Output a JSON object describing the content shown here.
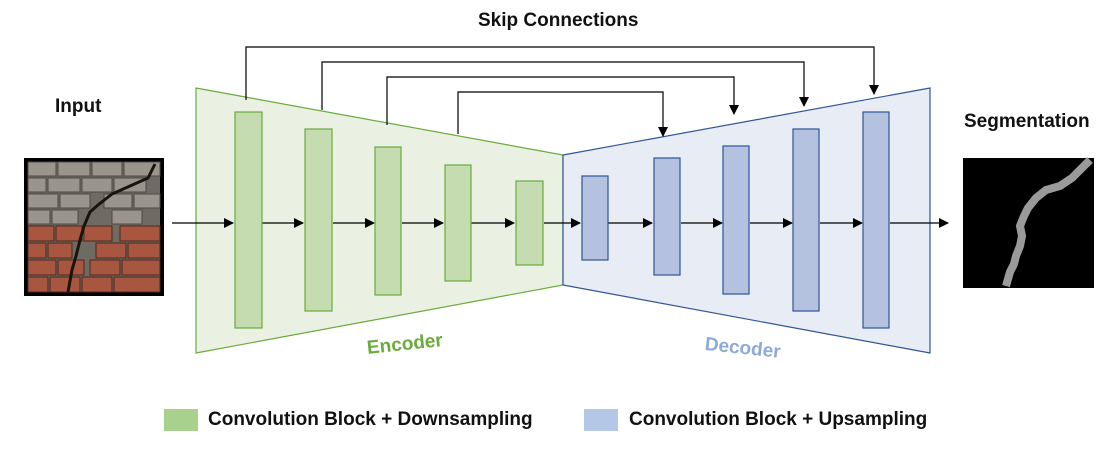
{
  "title": "Skip Connections",
  "input_label": "Input",
  "output_label": "Segmentation",
  "encoder": {
    "label": "Encoder",
    "color": "#6aab3c",
    "fill": "#eaf1e2",
    "block_fill": "#c5dbb0",
    "stroke": "#6aab3c"
  },
  "decoder": {
    "label": "Decoder",
    "color": "#8eaadb",
    "fill": "#e8ecf5",
    "block_fill": "#b4c2e0",
    "stroke": "#2f5597"
  },
  "legend": [
    {
      "label": "Convolution Block + Downsampling",
      "color": "#a9d18e"
    },
    {
      "label": "Convolution Block + Upsampling",
      "color": "#b4c7e7"
    }
  ]
}
